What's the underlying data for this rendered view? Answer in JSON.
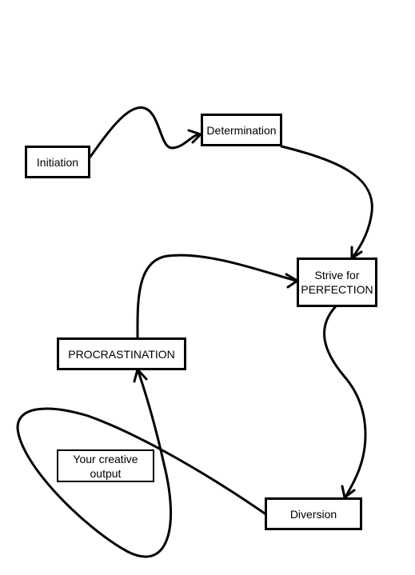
{
  "diagram": {
    "nodes": {
      "initiation": "Initiation",
      "determination": "Determination",
      "strive": "Strive for\nPERFECTION",
      "procrastination": "PROCRASTINATION",
      "creative": "Your creative\noutput",
      "diversion": "Diversion"
    }
  }
}
